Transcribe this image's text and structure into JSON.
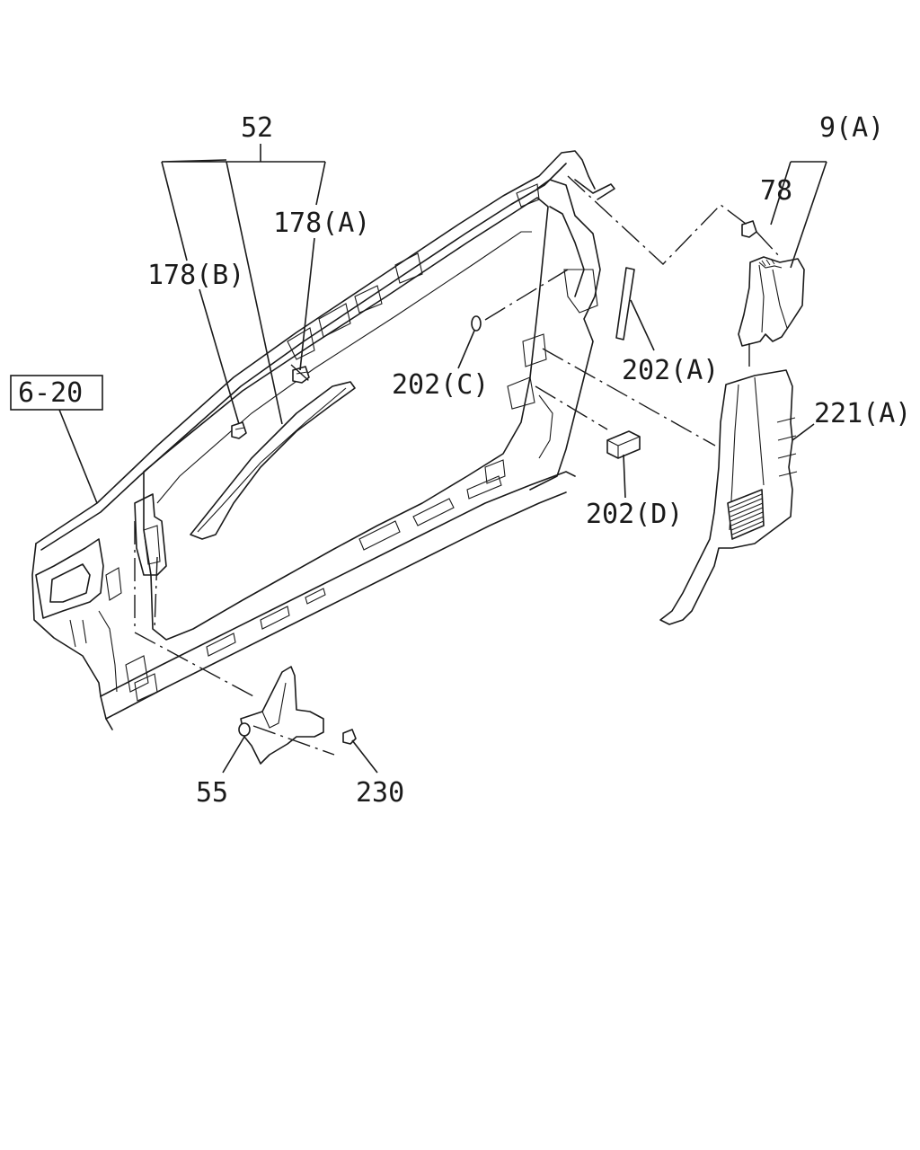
{
  "labels": {
    "l52": "52",
    "l178a": "178(A)",
    "l178b": "178(B)",
    "l620": "6-20",
    "l9a": "9(A)",
    "l78": "78",
    "l202c": "202(C)",
    "l202a": "202(A)",
    "l221a": "221(A)",
    "l202d": "202(D)",
    "l55": "55",
    "l230": "230"
  }
}
